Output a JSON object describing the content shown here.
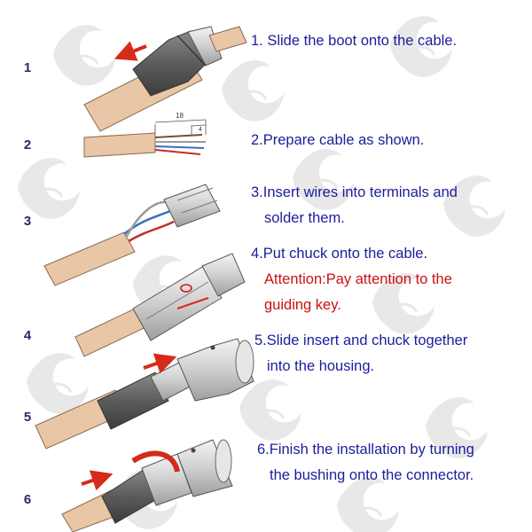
{
  "steps": [
    {
      "number": "1",
      "lines": [
        "1. Slide the boot onto the cable."
      ]
    },
    {
      "number": "2",
      "lines": [
        "2.Prepare cable as shown."
      ]
    },
    {
      "number": "3",
      "lines": [
        "3.Insert wires into terminals and",
        "solder them."
      ]
    },
    {
      "number": "4",
      "lines": [
        "4.Put chuck onto the cable."
      ],
      "attention_lines": [
        "Attention:Pay attention to the",
        "guiding key."
      ]
    },
    {
      "number": "5",
      "lines": [
        "5.Slide insert and chuck together",
        "into the housing."
      ]
    },
    {
      "number": "6",
      "lines": [
        "6.Finish the installation by turning",
        "the bushing onto the connector."
      ]
    }
  ],
  "dimensions": {
    "length": "18",
    "strip": "4"
  },
  "colors": {
    "text": "#1c1c9c",
    "attention": "#cc1010",
    "cable": "#e9c7a6",
    "arrow": "#d62a1a",
    "metal": "#d8d8d8",
    "boot": "#6b6b6b"
  }
}
